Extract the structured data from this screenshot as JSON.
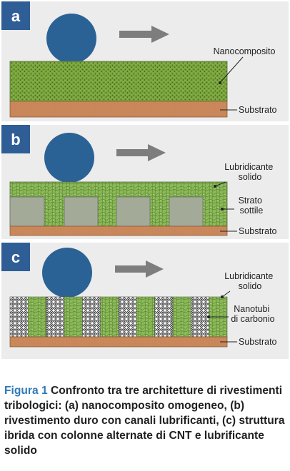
{
  "colors": {
    "background": "#ececec",
    "panel_label_bg": "#2f5e97",
    "ball": "#2b6296",
    "arrow": "#7d7d7d",
    "nanocomposite": "#7aa53c",
    "lubricant": "#8cba5a",
    "thin_layer": "#a3aa98",
    "substrate": "#c9875a",
    "cnt": "#ffffff",
    "caption_accent": "#2f79b6"
  },
  "panels": [
    {
      "label": "a",
      "annotations": [
        {
          "lines": [
            "Nanocomposito"
          ]
        },
        {
          "lines": [
            "Substrato"
          ]
        }
      ]
    },
    {
      "label": "b",
      "annotations": [
        {
          "lines": [
            "Lubridicante",
            "solido"
          ]
        },
        {
          "lines": [
            "Strato",
            "sottile"
          ]
        },
        {
          "lines": [
            "Substrato"
          ]
        }
      ]
    },
    {
      "label": "c",
      "annotations": [
        {
          "lines": [
            "Lubridicante",
            "solido"
          ]
        },
        {
          "lines": [
            "Nanotubi",
            "di carbonio"
          ]
        },
        {
          "lines": [
            "Substrato"
          ]
        }
      ]
    }
  ],
  "caption": {
    "figure_number": "Figura 1",
    "text": " Confronto tra tre architetture di rivestimenti tribologici: (a) nanocomposito omogeneo, (b) rivestimento duro con canali lubrificanti, (c) struttura ibrida con colonne alternate di CNT e lubrificante solido"
  }
}
